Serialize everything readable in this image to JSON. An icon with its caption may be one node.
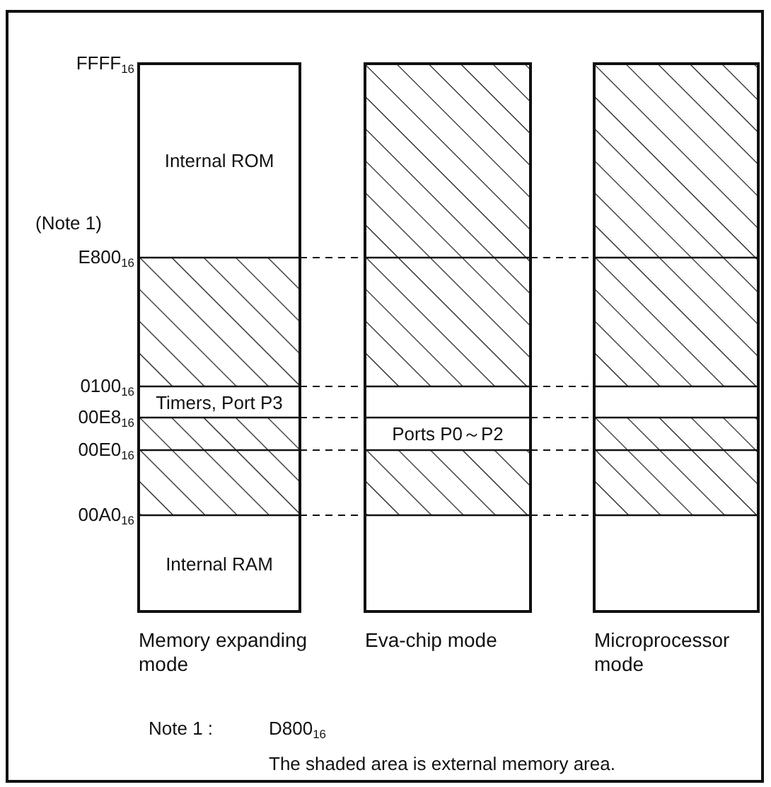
{
  "diagram": {
    "nodes": [
      {
        "text": [
          "Memory expanding mode"
        ]
      },
      {
        "text": [
          "Internal ROM"
        ],
        "in": 0
      },
      {
        "text": [
          "Timers, Port P3"
        ],
        "in": 0
      },
      {
        "text": [
          "Internal RAM"
        ],
        "in": 0
      },
      {
        "text": [
          "Eva-chip mode"
        ]
      },
      {
        "text": [
          "Ports P0～P2"
        ],
        "in": 4
      },
      {
        "text": [
          "Microprocessor mode"
        ]
      }
    ],
    "labels": [
      "FFFF$_{16}$",
      "(Note 1)",
      "E800$_{16}$",
      "0100$_{16}$",
      "00E8$_{16}$",
      "00E0$_{16}$",
      "00A0$_{16}$",
      "Note 1 :",
      "D800$_{16}$",
      "The shaded area is external memory area."
    ]
  }
}
